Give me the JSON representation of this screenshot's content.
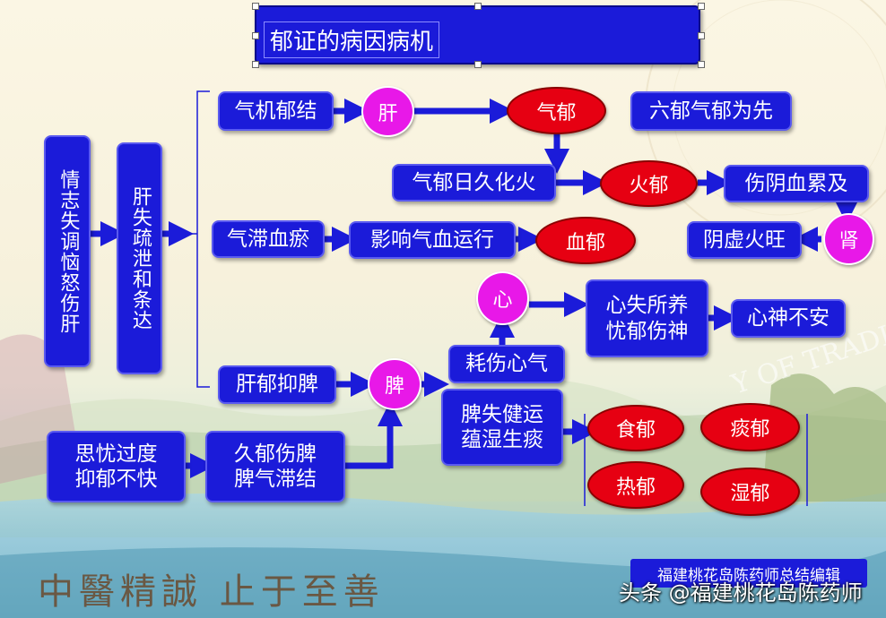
{
  "title": "郁证的病因病机",
  "nodes": {
    "emotion": "情志失调恼怒伤肝",
    "liver_fail": "肝失疏泄和条达",
    "qi_stagnation_knot": "气机郁结",
    "liver": "肝",
    "qi_yu": "气郁",
    "six_yu": "六郁气郁为先",
    "qi_fire": "气郁日久化火",
    "fire_yu": "火郁",
    "hurt_yin": "伤阴血累及",
    "kidney": "肾",
    "yin_xu": "阴虚火旺",
    "qi_blood_stasis": "气滞血瘀",
    "affect_blood": "影响气血运行",
    "blood_yu": "血郁",
    "heart": "心",
    "heart_nourish": [
      "心失所养",
      "忧郁伤神"
    ],
    "mind_unrest": "心神不安",
    "hurt_heart_qi": "耗伤心气",
    "liver_spleen": "肝郁抑脾",
    "spleen": "脾",
    "spleen_fail": [
      "脾失健运",
      "蕴湿生痰"
    ],
    "thought": [
      "思忧过度",
      "抑郁不快"
    ],
    "long_yu": [
      "久郁伤脾",
      "脾气滞结"
    ],
    "food_yu": "食郁",
    "phlegm_yu": "痰郁",
    "heat_yu": "热郁",
    "damp_yu": "湿郁"
  },
  "credit": "福建桃花岛陈药师总结编辑",
  "watermark": "头条 @福建桃花岛陈药师",
  "seal": "中醫精誠 止于至善",
  "colors": {
    "box_fill": "#1b1bd9",
    "red_oval": "#e60012",
    "pink_circle": "#e818e8",
    "arrow": "#1b1bd9"
  }
}
